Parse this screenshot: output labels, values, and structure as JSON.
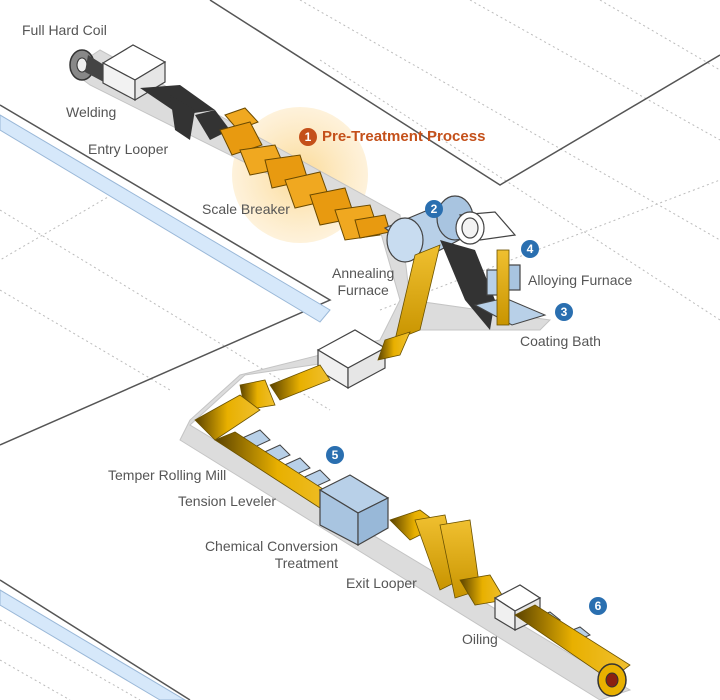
{
  "colors": {
    "accent": "#c4501a",
    "badge": "#2a6fb0",
    "strip": "#e8b000",
    "strip_dark": "#6b5200",
    "machine": "#b8d0e8",
    "ground": "#dddddd",
    "water": "#d6e8fa"
  },
  "labels": {
    "full_hard_coil": "Full Hard Coil",
    "welding": "Welding",
    "entry_looper": "Entry Looper",
    "pre_treatment": "Pre-Treatment Process",
    "scale_breaker": "Scale Breaker",
    "annealing_1": "Annealing",
    "annealing_2": "Furnace",
    "alloying_furnace": "Alloying Furnace",
    "coating_bath": "Coating Bath",
    "temper_rolling_mill": "Temper Rolling Mill",
    "tension_leveler": "Tension Leveler",
    "chemical_1": "Chemical Conversion",
    "chemical_2": "Treatment",
    "exit_looper": "Exit Looper",
    "oiling": "Oiling"
  },
  "badges": {
    "b1": "1",
    "b2": "2",
    "b3": "3",
    "b4": "4",
    "b5": "5",
    "b6": "6"
  }
}
